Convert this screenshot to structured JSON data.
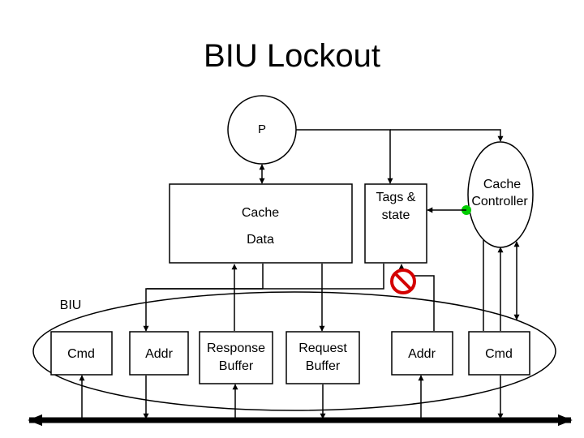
{
  "title": "BIU Lockout",
  "processor": {
    "label": "P"
  },
  "cache_data": {
    "line1": "Cache",
    "line2": "Data"
  },
  "tags_state": {
    "line1": "Tags &",
    "line2": "state"
  },
  "cache_controller": {
    "line1": "Cache",
    "line2": "Controller"
  },
  "biu": {
    "label": "BIU"
  },
  "boxes": {
    "cmd_left": "Cmd",
    "addr_left": "Addr",
    "response_buffer": {
      "line1": "Response",
      "line2": "Buffer"
    },
    "request_buffer": {
      "line1": "Request",
      "line2": "Buffer"
    },
    "addr_right": "Addr",
    "cmd_right": "Cmd"
  },
  "colors": {
    "lockout_symbol": "#d40000",
    "status_dot": "#00cc00",
    "ink": "#000000"
  },
  "icons": {
    "lockout": "prohibited-icon"
  }
}
